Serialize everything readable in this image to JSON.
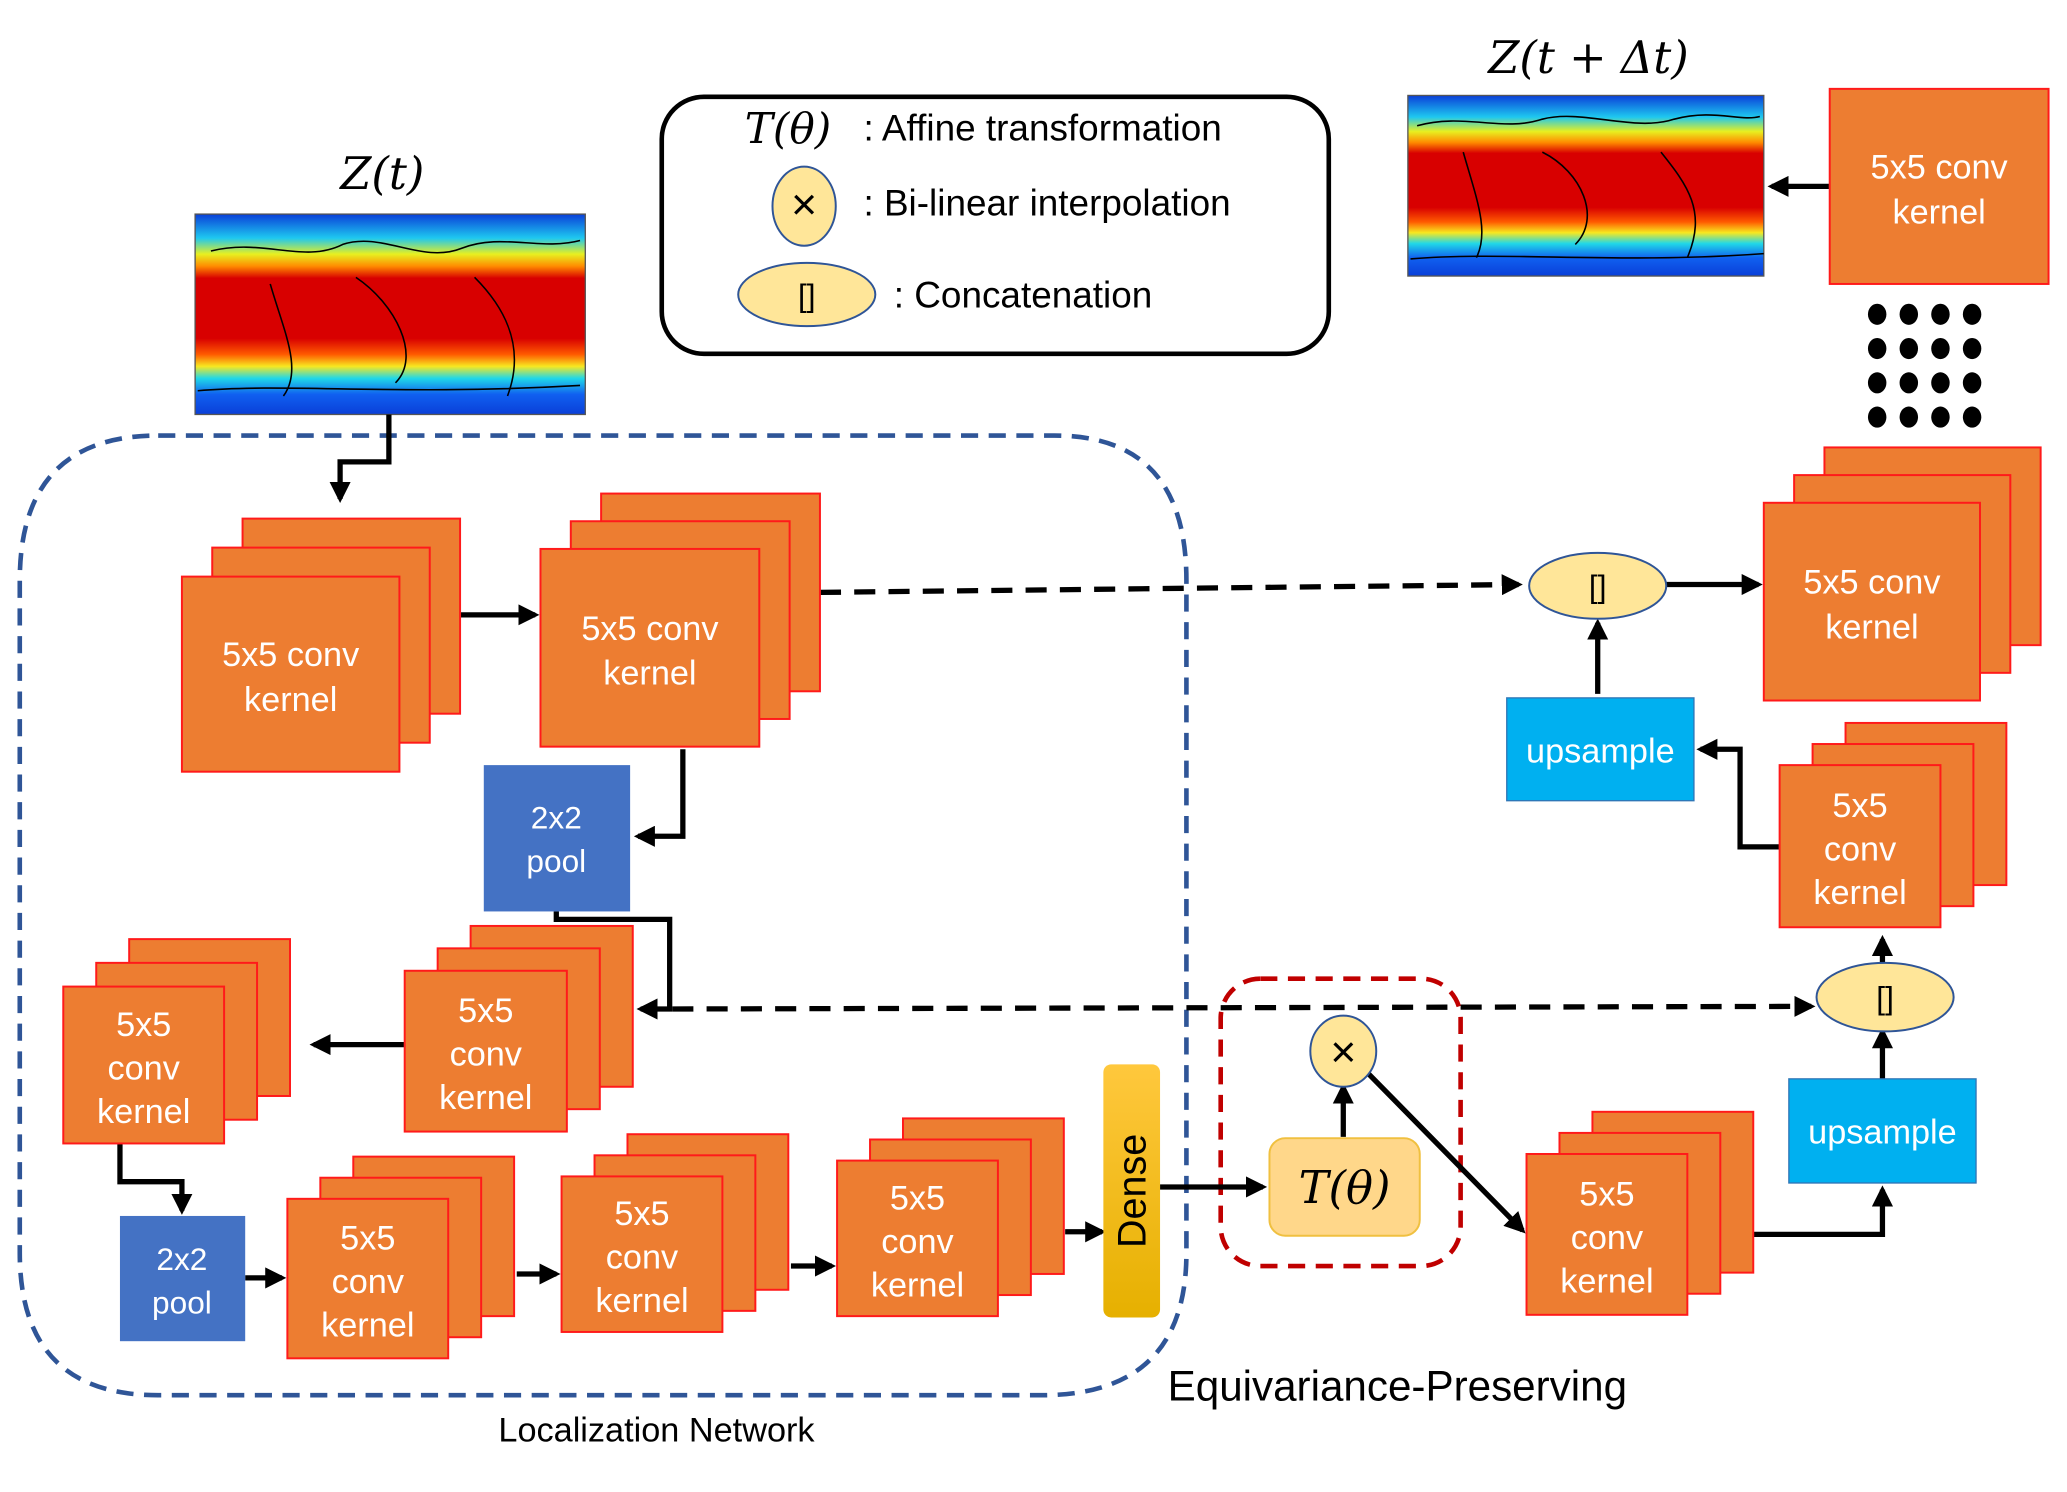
{
  "inputs": {
    "z_t_label": "Z(t)",
    "z_t_dt_label": "Z(t + Δt)"
  },
  "legend": {
    "affine_symbol": "T(θ)",
    "affine_text": ": Affine transformation",
    "bilinear_symbol": "×",
    "bilinear_text": ": Bi-linear interpolation",
    "concat_symbol": "[]",
    "concat_text": ": Concatenation"
  },
  "blocks": {
    "conv_5x5_line1": "5x5 conv",
    "conv_5x5": "5x5",
    "conv": "conv",
    "kernel": "kernel",
    "pool_l1": "2x2",
    "pool_l2": "pool",
    "upsample": "upsample",
    "dense": "Dense",
    "concat": "[]",
    "affine": "T(θ)",
    "bilinear": "×"
  },
  "regions": {
    "localization": "Localization Network",
    "equivariance": "Equivariance-Preserving"
  },
  "colors": {
    "conv": "#ed7d31",
    "pool": "#4472c4",
    "upsample": "#00b0f0",
    "concat": "#ffe699",
    "dense": "#ffc000",
    "localization_border": "#2f5597",
    "equivariance_border": "#c00000"
  }
}
